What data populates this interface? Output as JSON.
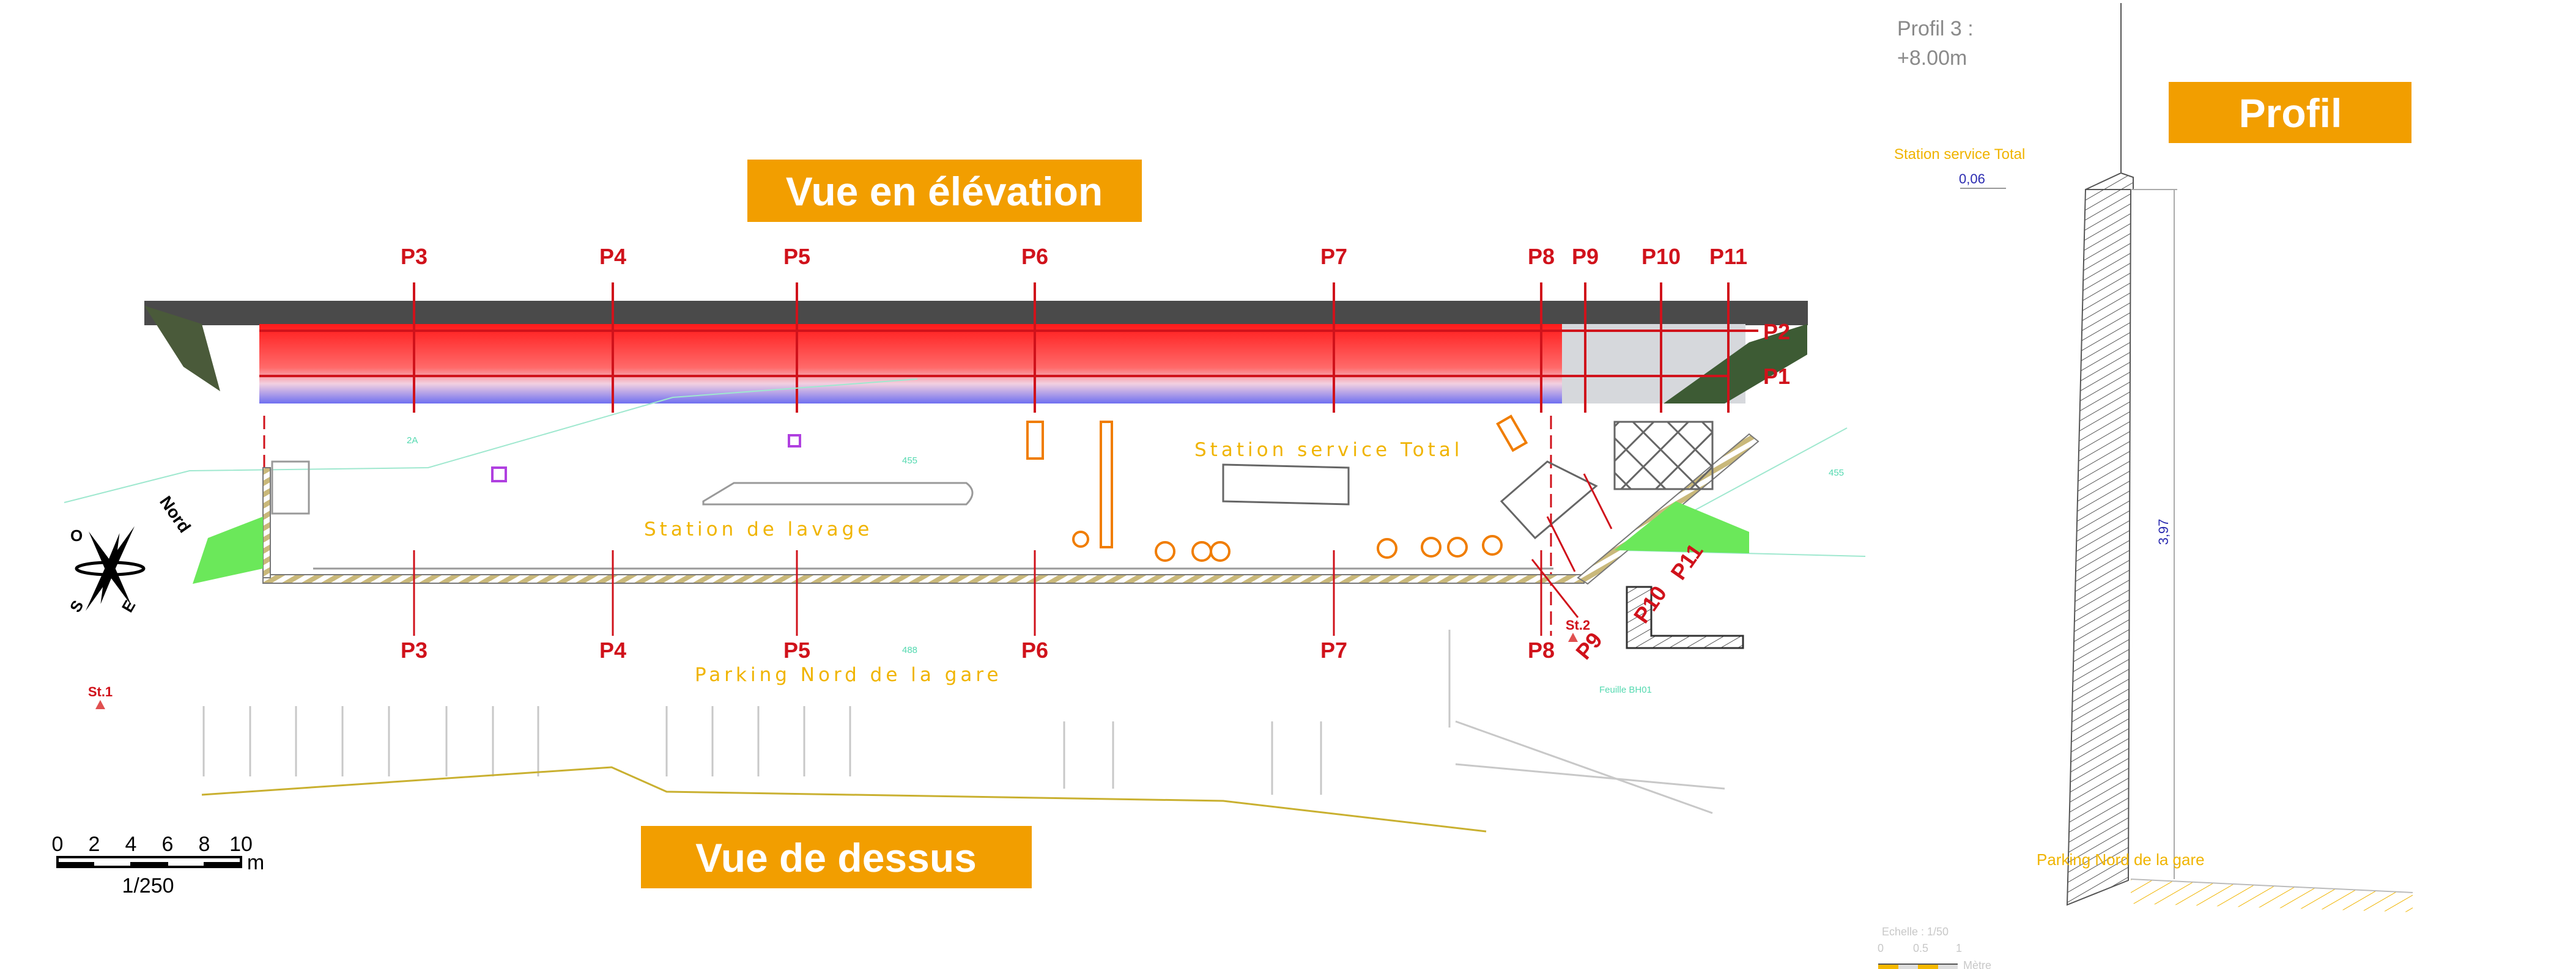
{
  "elevation": {
    "title": "Vue en élévation",
    "profile_labels_top": [
      "P3",
      "P4",
      "P5",
      "P6",
      "P7",
      "P8",
      "P9",
      "P10",
      "P11"
    ],
    "horizontal_profiles": [
      "P2",
      "P1"
    ]
  },
  "plan": {
    "title": "Vue de dessus",
    "profile_labels_bottom": [
      "P3",
      "P4",
      "P5",
      "P6",
      "P7",
      "P8"
    ],
    "diagonal_profiles": [
      "P9",
      "P10",
      "P11"
    ],
    "places": {
      "lavage": "Station de lavage",
      "total": "Station service Total",
      "parking": "Parking Nord de la gare"
    },
    "stations": [
      "St.1",
      "St.2"
    ],
    "parcel_labels": [
      "2A",
      "455",
      "488",
      "455",
      "Feuille BH01"
    ],
    "compass": {
      "north": "Nord",
      "west": "O",
      "south": "S",
      "east": "E"
    },
    "scale": {
      "ticks": [
        "0",
        "2",
        "4",
        "6",
        "8",
        "10"
      ],
      "unit": "m",
      "ratio": "1/250"
    }
  },
  "profile": {
    "title": "Profil",
    "name": "Profil 3 :",
    "elevation": "+8.00m",
    "top_label": "Station service Total",
    "bottom_label": "Parking Nord de la gare",
    "dim_top": "0,06",
    "dim_height": "3,97",
    "scale": {
      "label": "Echelle : 1/50",
      "ticks": [
        "0",
        "0.5",
        "1"
      ],
      "unit": "Mètre"
    }
  },
  "colors": {
    "banner": "#f29e00",
    "profile_red": "#d0121b",
    "label_yellow": "#f0b400",
    "parcel": "#54d9b0",
    "vegetation": "#6be85a"
  }
}
